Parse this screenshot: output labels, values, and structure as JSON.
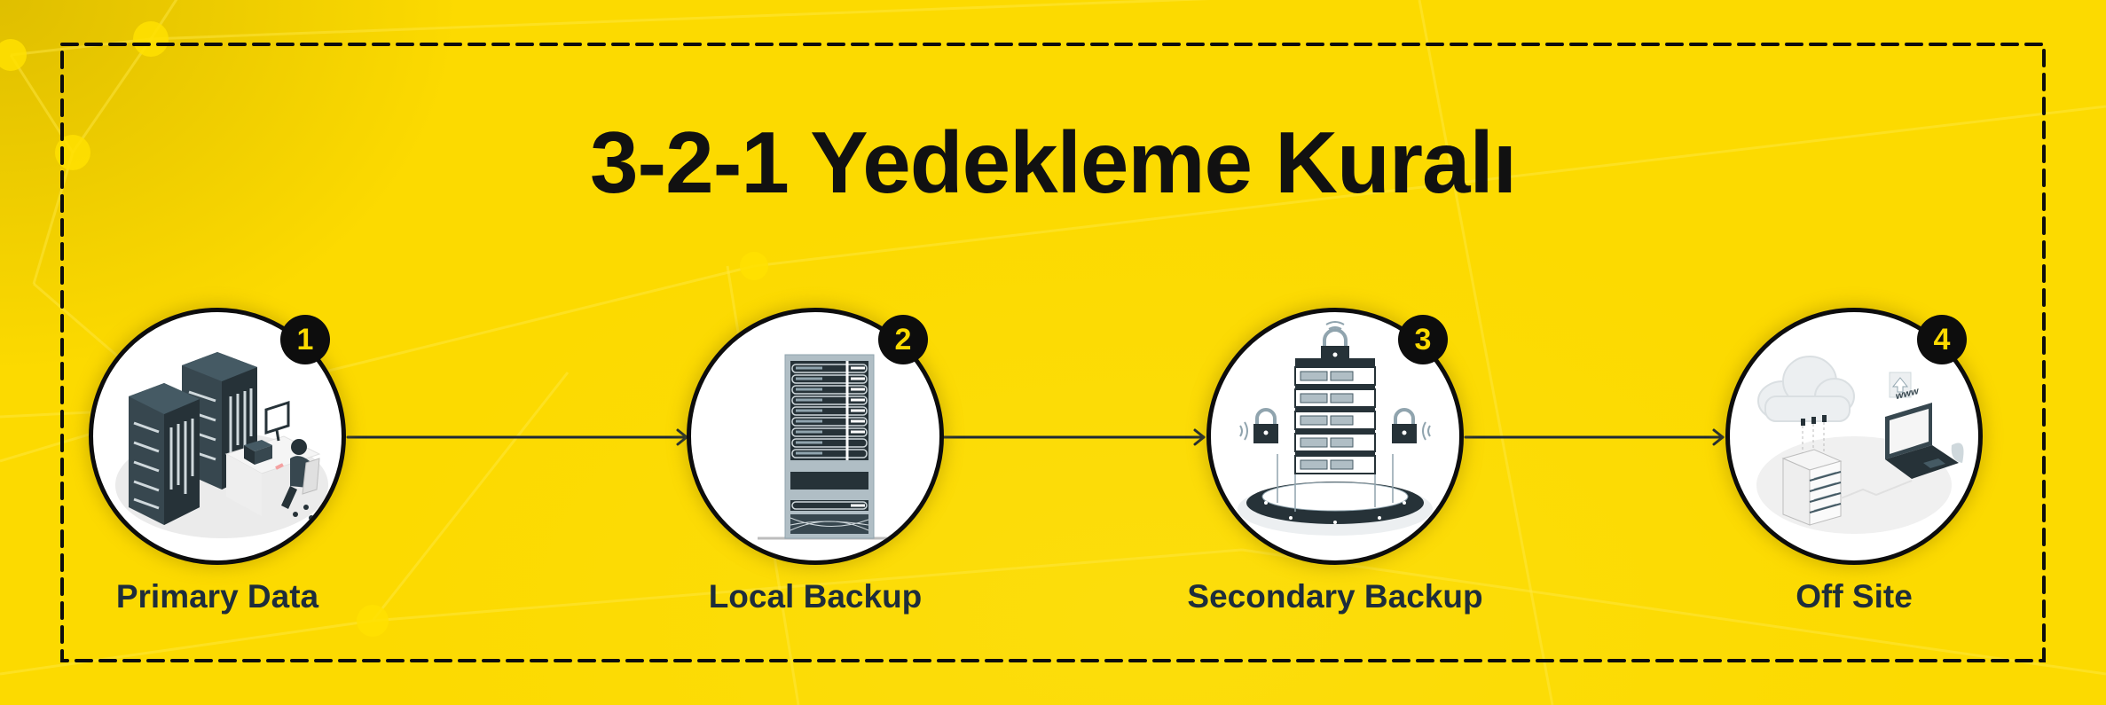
{
  "title": "3-2-1 Yedekleme Kuralı",
  "colors": {
    "background": "#FCDA00",
    "border_dashed": "#0d0d0d",
    "title": "#111111",
    "label": "#1E2D3B",
    "badge_bg": "#0d0d0d",
    "badge_text": "#FCDA00",
    "arrow": "#1E2A35",
    "circle_fill": "#FFFFFF"
  },
  "steps": [
    {
      "number": "1",
      "label": "Primary Data",
      "icon": "server-towers-with-operator-icon"
    },
    {
      "number": "2",
      "label": "Local Backup",
      "icon": "server-rack-icon"
    },
    {
      "number": "3",
      "label": "Secondary Backup",
      "icon": "secured-server-stack-icon"
    },
    {
      "number": "4",
      "label": "Off Site",
      "icon": "cloud-server-laptop-icon"
    }
  ],
  "laptop_screen_text": "www"
}
